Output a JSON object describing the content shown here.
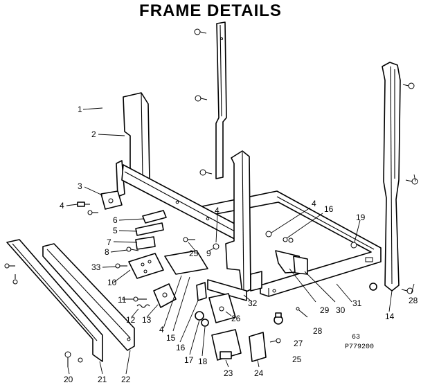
{
  "title": "FRAME DETAILS",
  "callouts": [
    {
      "id": "c1",
      "text": "1"
    },
    {
      "id": "c2",
      "text": "2"
    },
    {
      "id": "c3",
      "text": "3"
    },
    {
      "id": "c4a",
      "text": "4"
    },
    {
      "id": "c4b",
      "text": "4"
    },
    {
      "id": "c4c",
      "text": "4"
    },
    {
      "id": "c4d",
      "text": "4"
    },
    {
      "id": "c5",
      "text": "5"
    },
    {
      "id": "c6",
      "text": "6"
    },
    {
      "id": "c7",
      "text": "7"
    },
    {
      "id": "c8",
      "text": "8"
    },
    {
      "id": "c9",
      "text": "9"
    },
    {
      "id": "c10",
      "text": "10"
    },
    {
      "id": "c11",
      "text": "11"
    },
    {
      "id": "c12",
      "text": "12"
    },
    {
      "id": "c13",
      "text": "13"
    },
    {
      "id": "c14",
      "text": "14"
    },
    {
      "id": "c15",
      "text": "15"
    },
    {
      "id": "c16a",
      "text": "16"
    },
    {
      "id": "c16b",
      "text": "16"
    },
    {
      "id": "c17",
      "text": "17"
    },
    {
      "id": "c18",
      "text": "18"
    },
    {
      "id": "c19",
      "text": "19"
    },
    {
      "id": "c20",
      "text": "20"
    },
    {
      "id": "c21",
      "text": "21"
    },
    {
      "id": "c22",
      "text": "22"
    },
    {
      "id": "c23",
      "text": "23"
    },
    {
      "id": "c24",
      "text": "24"
    },
    {
      "id": "c25a",
      "text": "25"
    },
    {
      "id": "c25b",
      "text": "25"
    },
    {
      "id": "c26",
      "text": "26"
    },
    {
      "id": "c27",
      "text": "27"
    },
    {
      "id": "c28a",
      "text": "28"
    },
    {
      "id": "c28b",
      "text": "28"
    },
    {
      "id": "c29",
      "text": "29"
    },
    {
      "id": "c30",
      "text": "30"
    },
    {
      "id": "c31",
      "text": "31"
    },
    {
      "id": "c32",
      "text": "32"
    },
    {
      "id": "c33",
      "text": "33"
    }
  ],
  "drawing_code": [
    "63",
    "P779200"
  ]
}
